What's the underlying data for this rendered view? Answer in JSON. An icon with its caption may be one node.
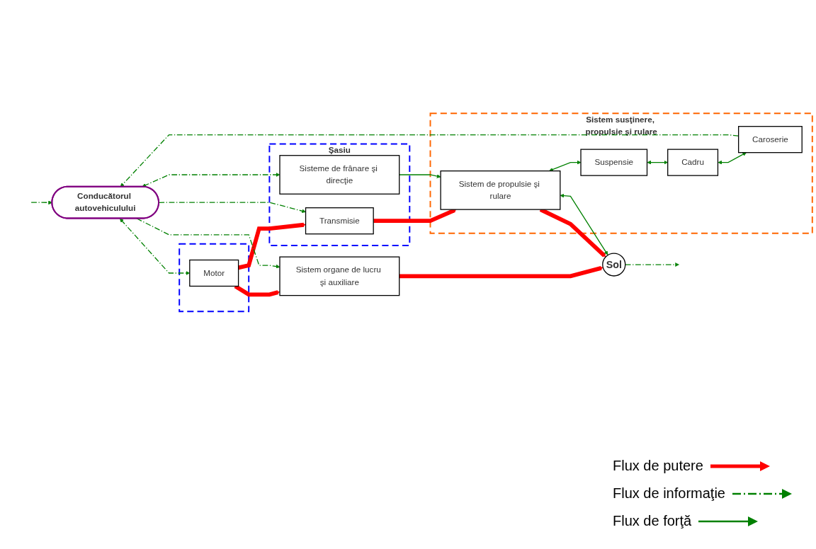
{
  "diagram": {
    "nodes": [
      {
        "text": [
          "Conducătorul autovehiculului"
        ]
      },
      {
        "text": [],
        "shape": "box"
      },
      {
        "text": [
          "Motor"
        ],
        "in": 1
      },
      {
        "text": [
          "Şasiu"
        ]
      },
      {
        "text": [
          "Transmisie"
        ],
        "in": 3
      },
      {
        "text": [
          "Sisteme de frânare şi direcţie"
        ],
        "in": 3
      },
      {
        "text": [
          "Sistem susţinere, propulsie şi rulare"
        ]
      },
      {
        "text": [
          "Sistem de propulsie şi rulare"
        ],
        "in": 6
      },
      {
        "text": [
          "Suspensie"
        ],
        "in": 6
      },
      {
        "text": [
          "Cadru"
        ],
        "in": 6
      },
      {
        "text": [
          "Caroserie"
        ],
        "in": 6
      },
      {
        "text": [
          "Sistem organe de lucru şi auxiliare"
        ]
      },
      {
        "text": [
          "Sol"
        ]
      }
    ],
    "edges": [
      {
        "from": 2,
        "to": 4,
        "arrow": "to",
        "style": "thick",
        "color": "#ff0000"
      },
      {
        "from": 4,
        "to": 7,
        "arrow": "to",
        "style": "thick",
        "color": "#ff0000"
      },
      {
        "from": 2,
        "to": 11,
        "arrow": "to",
        "style": "thick",
        "color": "#ff0000"
      },
      {
        "from": 11,
        "to": 12,
        "arrow": "to",
        "style": "thick",
        "color": "#ff0000"
      },
      {
        "from": 7,
        "to": 12,
        "arrow": "to",
        "style": "thick",
        "color": "#ff0000"
      },
      {
        "from": 5,
        "to": 7,
        "arrow": "to"
      },
      {
        "from": 7,
        "to": 8,
        "arrow": "both"
      },
      {
        "from": 8,
        "to": 9,
        "arrow": "both"
      },
      {
        "from": 9,
        "to": 10,
        "arrow": "both"
      },
      {
        "from": 12,
        "to": 7,
        "arrow": "both"
      },
      {
        "from": 0,
        "to": 2,
        "arrow": "both",
        "style": "dashed"
      },
      {
        "from": 0,
        "to": 4,
        "arrow": "to",
        "style": "dashed"
      },
      {
        "from": 0,
        "to": 5,
        "arrow": "both",
        "style": "dashed"
      },
      {
        "from": 0,
        "to": 11,
        "arrow": "to",
        "style": "dashed"
      },
      {
        "from": 10,
        "to": 0,
        "arrow": "to",
        "style": "dashed"
      },
      {
        "from": null,
        "to": 0,
        "arrow": "to",
        "style": "dashed"
      },
      {
        "from": 12,
        "to": null,
        "arrow": "to",
        "style": "dashed"
      }
    ],
    "legend": [
      {
        "text": "Flux de putere"
      },
      {
        "text": "Flux de informaţie"
      },
      {
        "text": "Flux de forţă"
      }
    ]
  }
}
